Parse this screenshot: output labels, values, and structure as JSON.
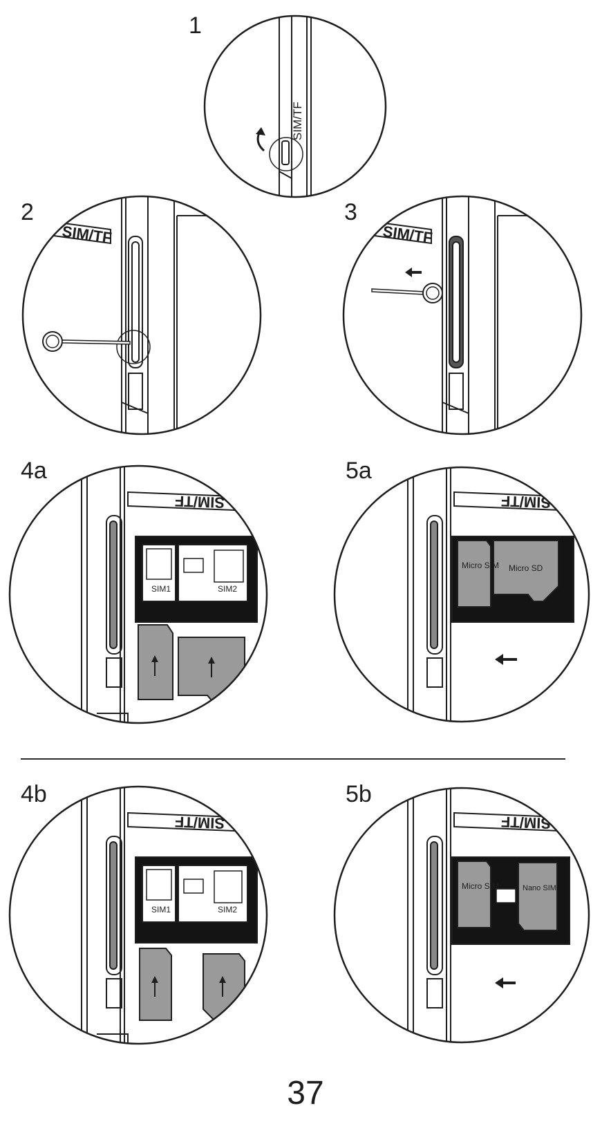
{
  "steps": [
    {
      "id": "1",
      "label": "1"
    },
    {
      "id": "2",
      "label": "2"
    },
    {
      "id": "3",
      "label": "3"
    },
    {
      "id": "4a",
      "label": "4a"
    },
    {
      "id": "5a",
      "label": "5a"
    },
    {
      "id": "4b",
      "label": "4b"
    },
    {
      "id": "5b",
      "label": "5b"
    }
  ],
  "slot_label": "SIM/TF",
  "tray_labels": {
    "sim1": "SIM1",
    "sim2": "SIM2",
    "micro_sim": "Micro SIM",
    "micro_sd": "Micro SD",
    "nano_sim": "Nano SIM"
  },
  "page_number": "37",
  "icons": [
    "sim-eject-pin-icon",
    "arrow-left-icon",
    "arrow-up-icon",
    "curved-arrow-icon"
  ],
  "colors": {
    "line": "#1e1e1e",
    "card_fill": "#9a9a9a",
    "tray": "#141414"
  }
}
